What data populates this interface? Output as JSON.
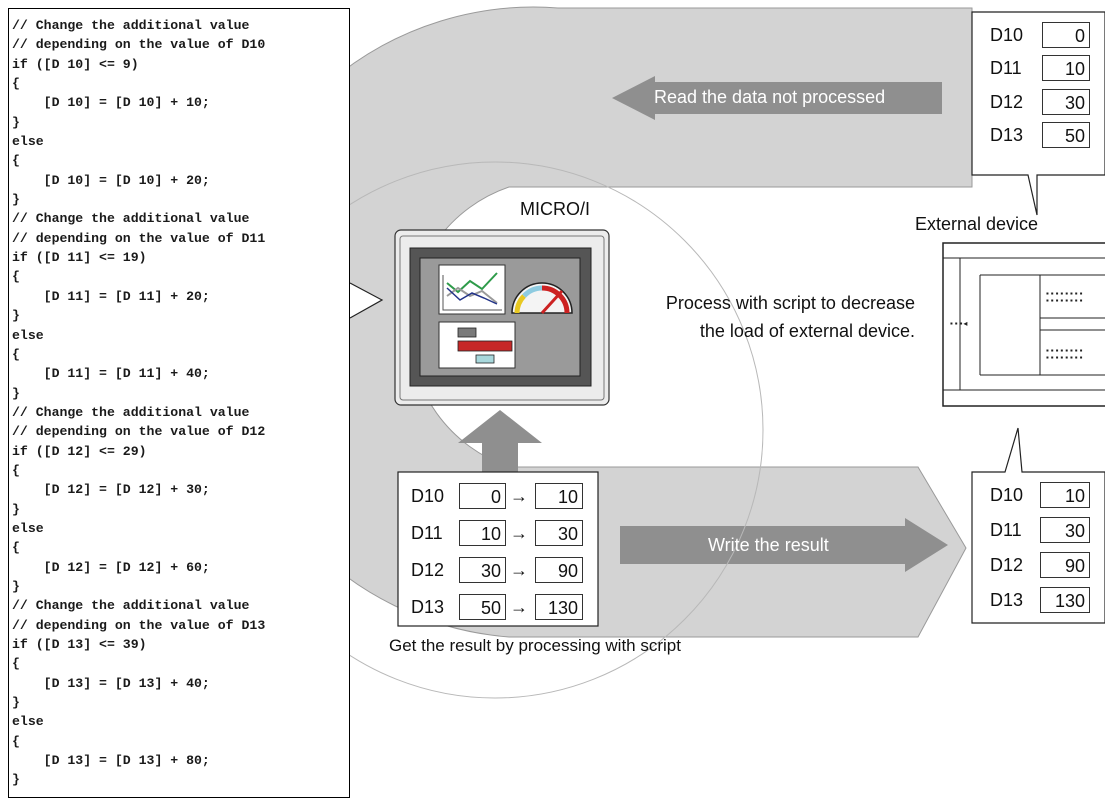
{
  "code_lines": [
    "// Change the additional value",
    "// depending on the value of D10",
    "if ([D 10] <= 9)",
    "{",
    "    [D 10] = [D 10] + 10;",
    "}",
    "else",
    "{",
    "    [D 10] = [D 10] + 20;",
    "}",
    "// Change the additional value",
    "// depending on the value of D11",
    "if ([D 11] <= 19)",
    "{",
    "    [D 11] = [D 11] + 20;",
    "}",
    "else",
    "{",
    "    [D 11] = [D 11] + 40;",
    "}",
    "// Change the additional value",
    "// depending on the value of D12",
    "if ([D 12] <= 29)",
    "{",
    "    [D 12] = [D 12] + 30;",
    "}",
    "else",
    "{",
    "    [D 12] = [D 12] + 60;",
    "}",
    "// Change the additional value",
    "// depending on the value of D13",
    "if ([D 13] <= 39)",
    "{",
    "    [D 13] = [D 13] + 40;",
    "}",
    "else",
    "{",
    "    [D 13] = [D 13] + 80;",
    "}"
  ],
  "labels": {
    "read_arrow": "Read the data not processed",
    "write_arrow": "Write the result",
    "micro_title": "MICRO/I",
    "external_title": "External device",
    "process_line1": "Process with script to decrease",
    "process_line2": "the load of external device.",
    "result_caption": "Get the result by processing with script",
    "arrow_symbol": "→"
  },
  "registers_before": [
    {
      "name": "D10",
      "value": "0"
    },
    {
      "name": "D11",
      "value": "10"
    },
    {
      "name": "D12",
      "value": "30"
    },
    {
      "name": "D13",
      "value": "50"
    }
  ],
  "registers_result": [
    {
      "name": "D10",
      "before": "0",
      "after": "10"
    },
    {
      "name": "D11",
      "before": "10",
      "after": "30"
    },
    {
      "name": "D12",
      "before": "30",
      "after": "90"
    },
    {
      "name": "D13",
      "before": "50",
      "after": "130"
    }
  ],
  "registers_after": [
    {
      "name": "D10",
      "value": "10"
    },
    {
      "name": "D11",
      "value": "30"
    },
    {
      "name": "D12",
      "value": "90"
    },
    {
      "name": "D13",
      "value": "130"
    }
  ],
  "colors": {
    "band": "#d3d3d3",
    "arrow": "#8f8f8f",
    "screen_dark": "#555555",
    "panel": "#cfcfcf",
    "gauge_red": "#cc2222",
    "chart_green": "#2e9b4a",
    "bar_red": "#c62828",
    "bar_cyan": "#a8d8dc"
  }
}
